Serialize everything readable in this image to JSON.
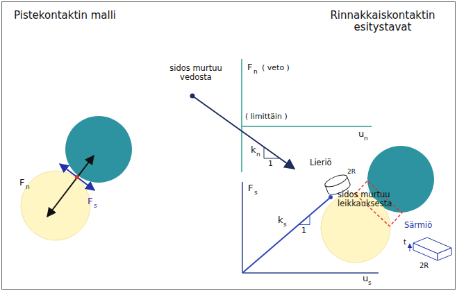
{
  "diagram": {
    "labels": [
      "Pistekontaktin malli",
      "Rinnakkaiskontaktin esitystavat",
      "sidos murtuu vedosta",
      "F",
      "n",
      "( veto )",
      "( limittäin )",
      "u",
      "n",
      "k",
      "n",
      "1",
      "F",
      "s",
      "sidos murtuu leikkauksesta",
      "k",
      "s",
      "1",
      "u",
      "s",
      "F",
      "n",
      "F",
      "s",
      "Lieriö",
      "2R",
      "Särmiö",
      "t",
      "2R"
    ]
  }
}
